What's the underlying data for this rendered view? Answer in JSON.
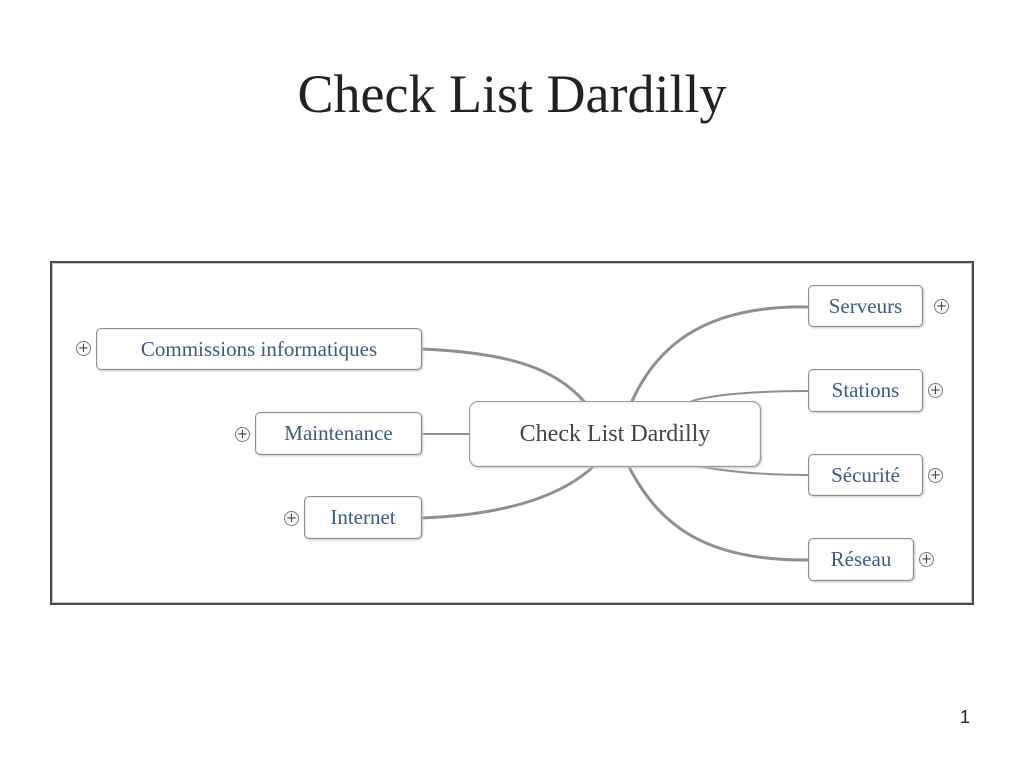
{
  "slide": {
    "title": "Check List Dardilly",
    "page_number": "1"
  },
  "mindmap": {
    "central": "Check List Dardilly",
    "left_branches": [
      {
        "label": "Commissions informatiques"
      },
      {
        "label": "Maintenance"
      },
      {
        "label": "Internet"
      }
    ],
    "right_branches": [
      {
        "label": "Serveurs"
      },
      {
        "label": "Stations"
      },
      {
        "label": "Sécurité"
      },
      {
        "label": "Réseau"
      }
    ],
    "expander_symbol": "+",
    "expander_icon": "plus-circle-icon",
    "colors": {
      "branch_text": "#3c5a86",
      "central_text": "#444444",
      "connector": "#8f8f8f"
    }
  }
}
